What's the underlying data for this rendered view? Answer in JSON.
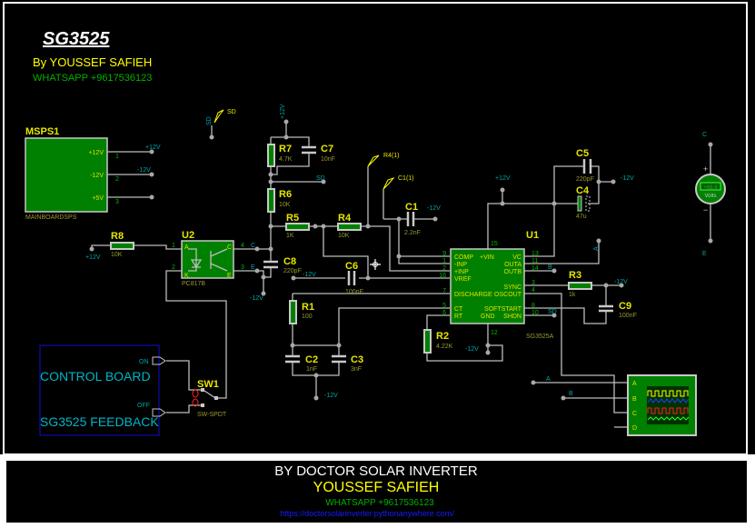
{
  "header": {
    "title": "SG3525",
    "author": "By YOUSSEF SAFIEH",
    "whatsapp": "WHATSAPP +9617536123"
  },
  "footer": {
    "line1": "BY DOCTOR SOLAR INVERTER",
    "line2": "YOUSSEF SAFIEH",
    "whatsapp": "WHATSAPP +9617536123",
    "url": "https://doctorsolarinverter.pythonanywhere.com/"
  },
  "colors": {
    "background": "#000000",
    "component_fill": "#008000",
    "wire": "#bdbdbd",
    "ref_label": "#e6e600",
    "net_label": "#00a6a6",
    "control_board_border": "#1010d0"
  },
  "msps1": {
    "ref": "MSPS1",
    "type": "MAINBOARDSPS",
    "pins": [
      {
        "name": "+12V",
        "num": "1",
        "net": "+12V"
      },
      {
        "name": "-12V",
        "num": "2",
        "net": "-12V"
      },
      {
        "name": "+5V",
        "num": "3",
        "net": ""
      }
    ]
  },
  "probes": {
    "sd": "SD",
    "r4": "R4(1)",
    "c1": "C1(1)"
  },
  "nets": {
    "sd": "SD",
    "p12": "+12V",
    "m12": "-12V",
    "a": "A",
    "b": "B",
    "c": "C",
    "e": "E"
  },
  "parts": {
    "r1": {
      "ref": "R1",
      "val": "100"
    },
    "r2": {
      "ref": "R2",
      "val": "4.22K"
    },
    "r3": {
      "ref": "R3",
      "val": "1k"
    },
    "r4": {
      "ref": "R4",
      "val": "10K"
    },
    "r5": {
      "ref": "R5",
      "val": "1K"
    },
    "r6": {
      "ref": "R6",
      "val": "10K"
    },
    "r7": {
      "ref": "R7",
      "val": "4.7K"
    },
    "r8": {
      "ref": "R8",
      "val": "10K"
    },
    "c1": {
      "ref": "C1",
      "val": "2.2nF"
    },
    "c2": {
      "ref": "C2",
      "val": "1nF"
    },
    "c3": {
      "ref": "C3",
      "val": "3nF"
    },
    "c4": {
      "ref": "C4",
      "val": "47u"
    },
    "c5": {
      "ref": "C5",
      "val": "220pF"
    },
    "c6": {
      "ref": "C6",
      "val": "100nF"
    },
    "c7": {
      "ref": "C7",
      "val": "10nF"
    },
    "c8": {
      "ref": "C8",
      "val": "220pF"
    },
    "c9": {
      "ref": "C9",
      "val": "100nF"
    }
  },
  "u2": {
    "ref": "U2",
    "type": "PC817B",
    "pins": {
      "a": "A",
      "k": "K",
      "c": "C",
      "e": "E",
      "n1": "1",
      "n2": "2",
      "n3": "3",
      "n4": "4"
    }
  },
  "u1": {
    "ref": "U1",
    "type": "SG3525A",
    "top": {
      "name": "+VIN",
      "num": "15"
    },
    "bottom": {
      "name": "GND",
      "num": "12"
    },
    "left": [
      {
        "name": "COMP",
        "num": "9"
      },
      {
        "name": "-INP",
        "num": "1"
      },
      {
        "name": "+INP",
        "num": "2"
      },
      {
        "name": "VREF",
        "num": "16"
      },
      {
        "name": "DISCHARGE",
        "num": "7"
      },
      {
        "name": "CT",
        "num": "5"
      },
      {
        "name": "RT",
        "num": "6"
      }
    ],
    "right": [
      {
        "name": "VC",
        "num": "13"
      },
      {
        "name": "OUTA",
        "num": "11"
      },
      {
        "name": "OUTB",
        "num": "14"
      },
      {
        "name": "SYNC",
        "num": "3"
      },
      {
        "name": "OSCOUT",
        "num": "4"
      },
      {
        "name": "SOFTSTART",
        "num": "8"
      },
      {
        "name": "SHDN",
        "num": "10"
      }
    ]
  },
  "voltmeter": {
    "display": "+88.8",
    "unit": "Volts",
    "plus": "+",
    "minus": "−"
  },
  "oscilloscope": {
    "channels": [
      "A",
      "B",
      "C",
      "D"
    ],
    "trace_colors": [
      "#ffff00",
      "#2040ff",
      "#ff2020",
      "#20ff20"
    ]
  },
  "control_board": {
    "title": "CONTROL BOARD",
    "subtitle": "SG3525 FEEDBACK",
    "on": "ON",
    "off": "OFF"
  },
  "sw1": {
    "ref": "SW1",
    "type": "SW-SPDT"
  }
}
